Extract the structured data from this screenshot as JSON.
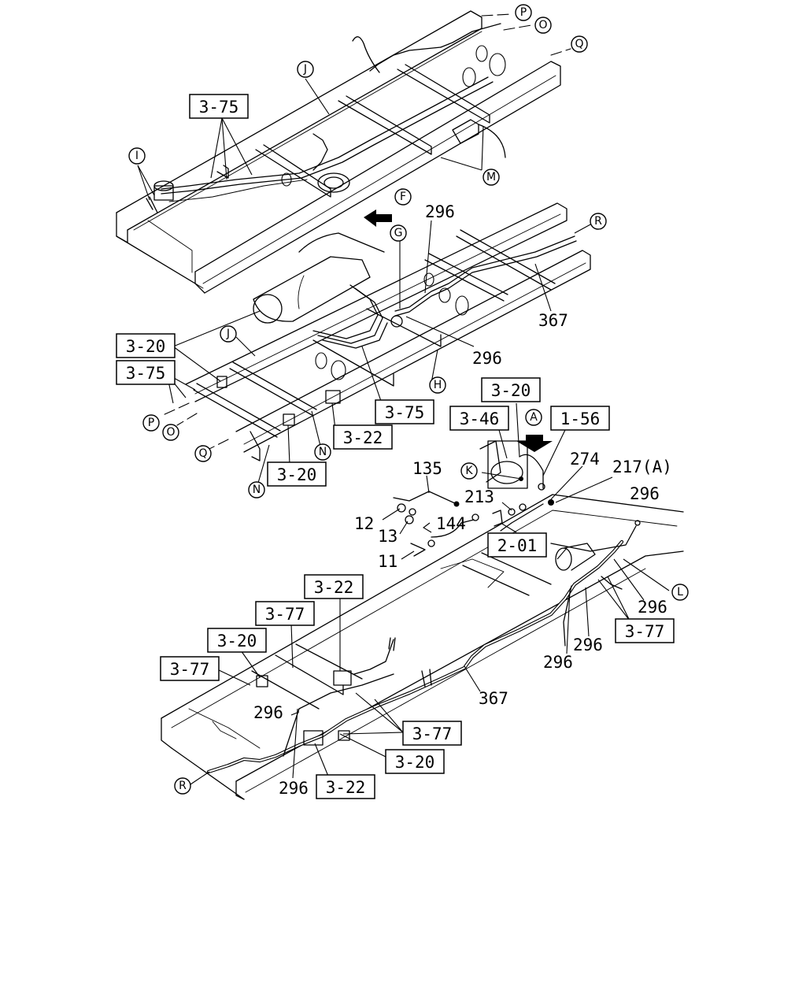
{
  "boxed_labels": {
    "b1": "3-75",
    "b2": "3-20",
    "b3": "3-75",
    "b4": "3-75",
    "b5": "3-22",
    "b6": "3-20",
    "b7": "3-20",
    "b8": "3-46",
    "b9": "1-56",
    "b10": "2-01",
    "b11": "3-22",
    "b12": "3-77",
    "b13": "3-20",
    "b14": "3-77",
    "b15": "3-77",
    "b16": "3-77",
    "b17": "3-20",
    "b18": "3-22"
  },
  "callouts": {
    "P_top": "P",
    "O_top": "O",
    "Q_top": "Q",
    "J_top": "J",
    "I": "I",
    "M": "M",
    "F": "F",
    "G": "G",
    "R_top": "R",
    "J_mid": "J",
    "H": "H",
    "P_mid": "P",
    "O_mid": "O",
    "Q_mid": "Q",
    "N_a": "N",
    "N_b": "N",
    "A": "A",
    "K": "K",
    "L": "L",
    "R_bot": "R"
  },
  "part_numbers": {
    "n296_a": "296",
    "n367_a": "367",
    "n296_b": "296",
    "n135": "135",
    "n274": "274",
    "n217A": "217(A)",
    "n296_c": "296",
    "n213": "213",
    "n12": "12",
    "n144": "144",
    "n13": "13",
    "n11": "11",
    "n296_d": "296",
    "n296_e": "296",
    "n296_f": "296",
    "n367_b": "367",
    "n296_g": "296",
    "n296_h": "296"
  }
}
